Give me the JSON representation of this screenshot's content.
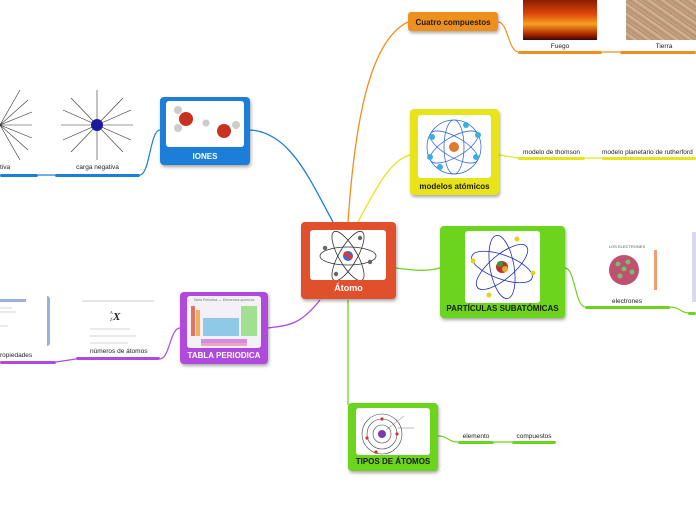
{
  "center": {
    "title": "Átomo"
  },
  "branches": {
    "compuestos": {
      "title": "Cuatro compuestos",
      "children": [
        "Fuego",
        "Tierra"
      ]
    },
    "modelos": {
      "title": "modelos atómicos",
      "children": [
        "modelo de thomson",
        "modelo planetario de rutherford"
      ]
    },
    "particulas": {
      "title": "PARTÍCULAS SUBATÓMICAS",
      "children": [
        "electrones"
      ],
      "figure_text": "LOS ELECTRONES"
    },
    "tipos": {
      "title": "TIPOS DE ÁTOMOS",
      "children": [
        "elemento",
        "compuestos"
      ]
    },
    "tabla": {
      "title": "TABLA PERIODICA",
      "children": [
        "números de átomos",
        "ropiedades"
      ],
      "figure_text": "Tabla Periódica — Elementos químicos"
    },
    "iones": {
      "title": "IONES",
      "children": [
        "carga negativa",
        "tiva"
      ]
    }
  },
  "colors": {
    "orange": "#f0901c",
    "yellow": "#e8e41a",
    "green": "#6cd41c",
    "purple": "#b04adc",
    "blue": "#1c7ed8",
    "red": "#e0502c"
  }
}
